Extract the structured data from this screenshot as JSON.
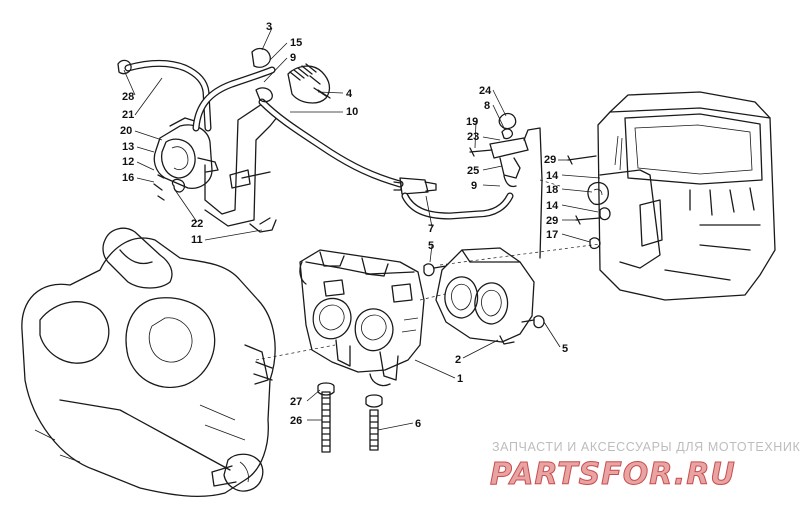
{
  "callouts": [
    "3",
    "15",
    "9",
    "4",
    "10",
    "28",
    "21",
    "20",
    "13",
    "12",
    "16",
    "22",
    "11",
    "24",
    "8",
    "19",
    "23",
    "25",
    "9",
    "29",
    "14",
    "18",
    "14",
    "29",
    "17",
    "7",
    "5",
    "5",
    "2",
    "1",
    "27",
    "26",
    "6"
  ],
  "watermark": {
    "caption": "ЗАПЧАСТИ И АКСЕССУАРЫ ДЛЯ МОТОТЕХНИКИ",
    "logo": "PARTSFOR.RU",
    "colors": {
      "caption": "#bdbdbd",
      "logo_fill": "#e8a3a3",
      "logo_stroke": "#c94d4d"
    }
  },
  "colors": {
    "line": "#1a1a1a",
    "background": "#ffffff"
  }
}
